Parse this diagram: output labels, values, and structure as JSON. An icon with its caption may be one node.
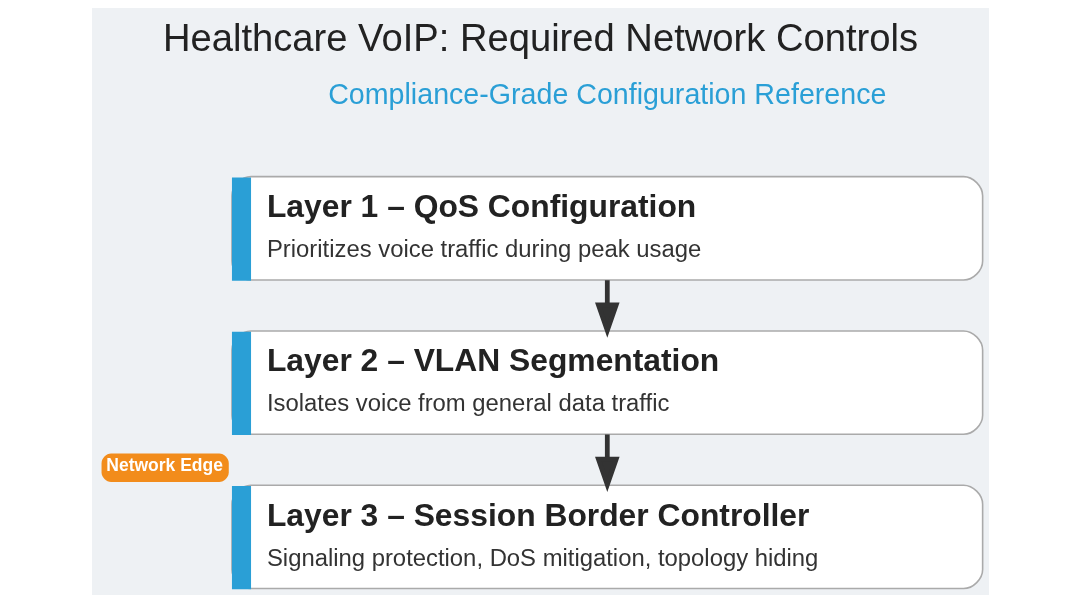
{
  "diagram": {
    "title": "Healthcare VoIP: Required Network Controls",
    "nodes": [
      {
        "text": [
          "Layer 1 – QoS Configuration",
          "Prioritizes voice traffic during peak usage"
        ]
      },
      {
        "text": [
          "Layer 2 – VLAN Segmentation",
          "Isolates voice from general data traffic"
        ]
      },
      {
        "text": [
          "Layer 3 – Session Border Controller",
          "Signaling protection, DoS mitigation, topology hiding"
        ],
        "beside": [
          "Network Edge"
        ]
      }
    ],
    "edges": [
      {
        "from": 0,
        "to": 1,
        "arrow": "to"
      },
      {
        "from": 1,
        "to": 2,
        "arrow": "to"
      }
    ],
    "labels": [
      "Compliance-Grade Configuration Reference"
    ]
  }
}
